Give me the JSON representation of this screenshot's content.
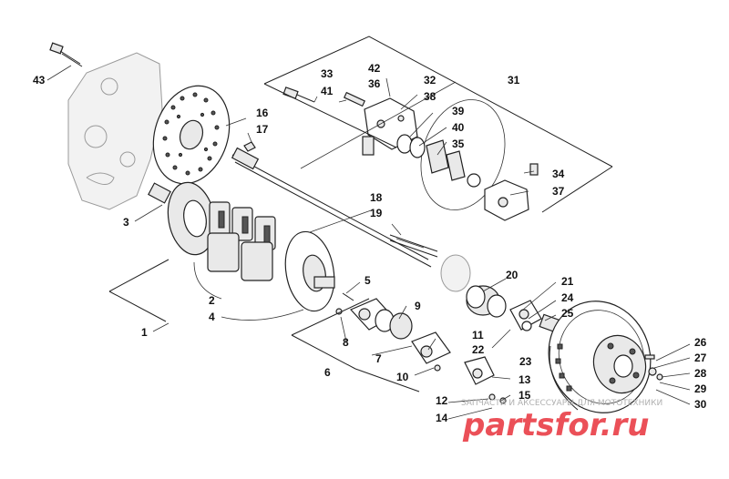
{
  "diagram": {
    "callouts": {
      "c1": "1",
      "c2": "2",
      "c3": "3",
      "c4": "4",
      "c5": "5",
      "c6": "6",
      "c7": "7",
      "c8": "8",
      "c9": "9",
      "c10": "10",
      "c11": "11",
      "c12": "12",
      "c13": "13",
      "c14": "14",
      "c15": "15",
      "c16": "16",
      "c17": "17",
      "c18": "18",
      "c19": "19",
      "c20": "20",
      "c21": "21",
      "c22": "22",
      "c23": "23",
      "c24": "24",
      "c25": "25",
      "c26": "26",
      "c27": "27",
      "c28": "28",
      "c29": "29",
      "c30": "30",
      "c31": "31",
      "c32": "32",
      "c33": "33",
      "c34": "34",
      "c35": "35",
      "c36": "36",
      "c37": "37",
      "c38": "38",
      "c39": "39",
      "c40": "40",
      "c41": "41",
      "c42": "42",
      "c43": "43"
    }
  },
  "watermark": {
    "subtitle": "ЗАПЧАСТИ И АКСЕССУАРЫ ДЛЯ МОТОТЕХНИКИ",
    "logo": "partsfor.ru",
    "color": "#e8323c"
  }
}
